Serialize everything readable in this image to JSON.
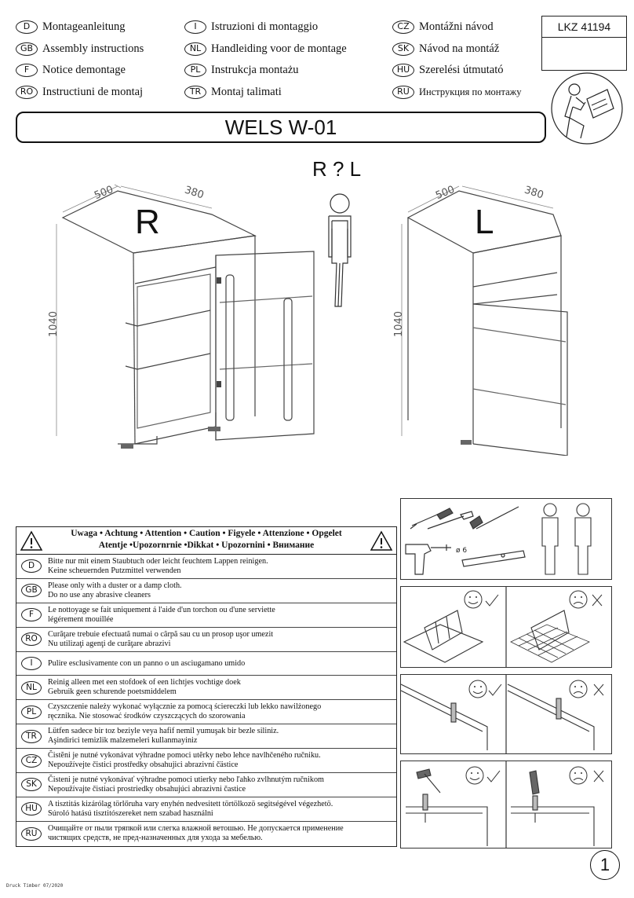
{
  "languages": [
    {
      "code": "D",
      "label": "Montageanleitung"
    },
    {
      "code": "GB",
      "label": "Assembly instructions"
    },
    {
      "code": "F",
      "label": "Notice demontage"
    },
    {
      "code": "RO",
      "label": "Instructiuni de montaj"
    },
    {
      "code": "I",
      "label": "Istruzioni di montaggio"
    },
    {
      "code": "NL",
      "label": "Handleiding voor de montage"
    },
    {
      "code": "PL",
      "label": "Instrukcja montażu"
    },
    {
      "code": "TR",
      "label": "Montaj talimati"
    },
    {
      "code": "CZ",
      "label": "Montážni návod"
    },
    {
      "code": "SK",
      "label": "Návod na montáž"
    },
    {
      "code": "HU",
      "label": "Szerelési útmutató"
    },
    {
      "code": "RU",
      "label": "Инструкция по монтажу"
    }
  ],
  "product_code": "LKZ 41194",
  "product_name": "WELS W-01",
  "orientation_question": "R ? L",
  "variant_right": "R",
  "variant_left": "L",
  "dimensions": {
    "width": "500",
    "depth": "380",
    "height": "1040"
  },
  "warning": {
    "header_line1": "Uwaga • Achtung • Attention • Caution • Figyele • Attenzione • Opgelet",
    "header_line2": "Atentje •Upozornrnie •Dikkat • Upozornini • Внимание",
    "rows": [
      {
        "code": "D",
        "text": "Bitte nur mit einem Staubtuch oder leicht feuchtem Lappen reinigen.\nKeine scheuernden Putzmittel verwenden"
      },
      {
        "code": "GB",
        "text": "Please only with a duster or a damp cloth.\nDo no use any abrasive cleaners"
      },
      {
        "code": "F",
        "text": "Le nottoyage se fait uniquement á l'aide d'un torchon ou d'une serviette\nlégérement mouillée"
      },
      {
        "code": "RO",
        "text": "Curăţare trebuie efectuată numai o cârpă sau cu un prosop uşor umezit\nNu utilizaţi agenţi de curăţare abrazivi"
      },
      {
        "code": "I",
        "text": "Pulire esclusivamente con un panno o un asciugamano umido"
      },
      {
        "code": "NL",
        "text": "Reinig alleen met een stofdoek of een lichtjes vochtige doek\nGebruik geen schurende poetsmiddelem"
      },
      {
        "code": "PL",
        "text": "Czyszczenie należy wykonać wyłącznie za pomocą ściereczki lub lekko nawilżonego\nręcznika. Nie stosować środków czyszczących do szorowania"
      },
      {
        "code": "TR",
        "text": "Lütfen sadece bir toz beziyle veya hafif nemil yumuşak bir bezle siliniz.\nAşindirici temizlik malzemeleri kullanmayiniz"
      },
      {
        "code": "CZ",
        "text": "Čistĕni je nutné vykonávat výhradne pomoci utĕrky nebo lehce navlhčeného ručniku.\nNepoužívejte čistici prostředky obsahujici abrazivní čästice"
      },
      {
        "code": "SK",
        "text": "Čisteni je nutné vykonávať výhradne pomoci utierky nebo ľahko zvlhnutým ručnikom\nNepoužívajte čistiaci prostriedky obsahujúci abrazivni častice"
      },
      {
        "code": "HU",
        "text": "A tisztitás kizárólag törlőruha vary enyhén nedvesitett törtölkozö segitségével végezhetö.\nSúroló hatású tisztitószereket nem szabad használni"
      },
      {
        "code": "RU",
        "text": "Очищайте от пыли тряпкой или слегка влажной ветошью. Не допускается применение\nчистящих средств, не пред-назначенных для ухода за мебелью."
      }
    ]
  },
  "drill_size": "ø 6",
  "page_number": "1",
  "print_note": "Druck Timber 07/2020"
}
